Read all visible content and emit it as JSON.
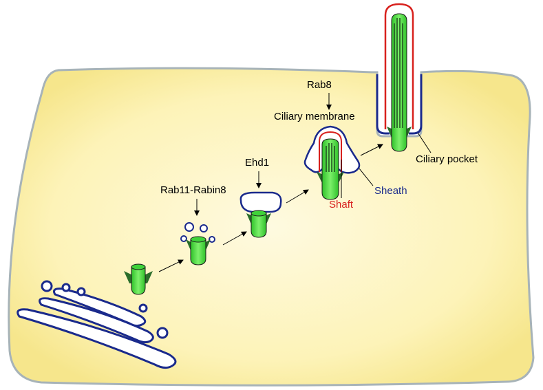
{
  "labels": {
    "rab11": "Rab11-Rabin8",
    "ehd1": "Ehd1",
    "rab8": "Rab8",
    "ciliary_membrane": "Ciliary membrane",
    "shaft": "Shaft",
    "sheath": "Sheath",
    "ciliary_pocket": "Ciliary pocket"
  },
  "colors": {
    "cytoplasm_fill": "#fdf6c0",
    "cell_outline": "#a7b3b8",
    "membrane_blue": "#1a2a8c",
    "shaft_red": "#d8211d",
    "centriole_green": "#3fd23a",
    "appendage_dark_green": "#2a6e2a"
  }
}
